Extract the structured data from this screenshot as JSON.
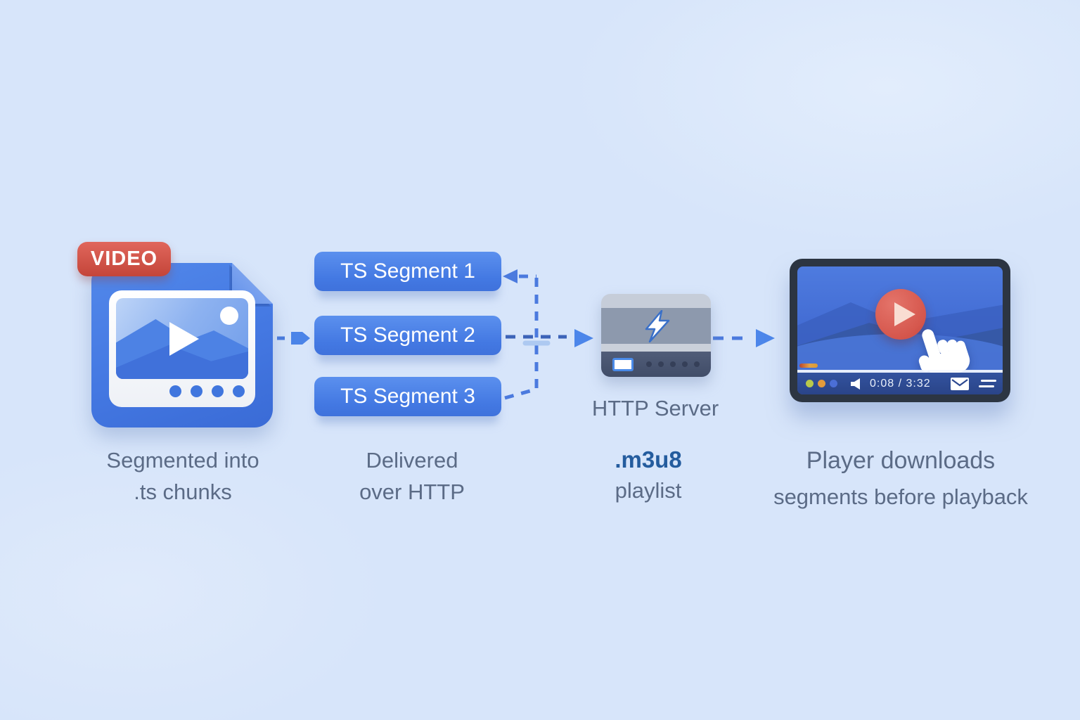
{
  "palette": {
    "background": "#d7e5fa",
    "arrow_blue": "#4b7ade",
    "arrow_dark_blue": "#3c63b8",
    "arrowhead_blue": "#4c86ea",
    "button_blue": "#4378e2",
    "badge_red": "#d0554a",
    "caption_gray_blue": "#5b6b86",
    "m3u8_blue": "#245c9e",
    "player_frame": "#2c3542",
    "play_button_red": "#d4544a"
  },
  "video_file": {
    "badge_label": "VIDEO",
    "caption_lines": [
      "Segmented into",
      ".ts chunks"
    ]
  },
  "segments": {
    "buttons": [
      "TS Segment 1",
      "TS Segment 2",
      "TS Segment 3"
    ],
    "caption_lines": [
      "Delivered",
      "over HTTP"
    ]
  },
  "server": {
    "label": "HTTP Server",
    "playlist_lines": [
      ".m3u8",
      "playlist"
    ]
  },
  "player": {
    "timestamp": "0:08 / 3:32",
    "caption_lines": [
      "Player downloads",
      "segments before playback"
    ]
  },
  "icons": {
    "video_badge": "video-label",
    "play": "play-triangle",
    "lightning": "lightning-bolt",
    "hand_cursor": "pointing-hand",
    "volume": "speaker",
    "envelope": "envelope",
    "menu_lines": "double-bars",
    "sun": "circle"
  }
}
